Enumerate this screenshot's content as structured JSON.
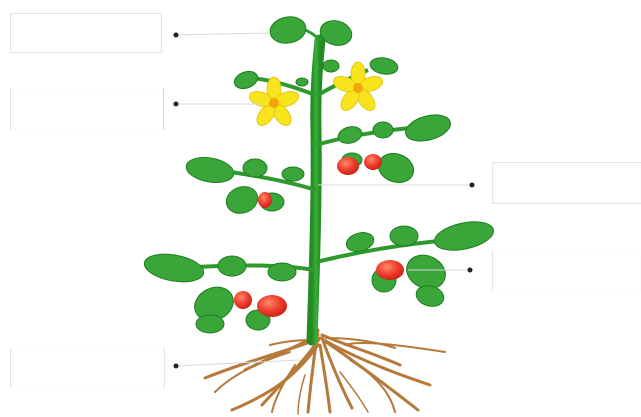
{
  "diagram": {
    "labels": [
      {
        "id": "top-left",
        "text": ""
      },
      {
        "id": "mid-left",
        "text": ""
      },
      {
        "id": "right-upper",
        "text": ""
      },
      {
        "id": "right-lower",
        "text": ""
      },
      {
        "id": "bottom-left",
        "text": ""
      }
    ],
    "colors": {
      "stem": "#2e9a2e",
      "leaf": "#3aa63a",
      "leaf_dark": "#1f7d22",
      "flower": "#f7e41c",
      "flower_center": "#f2a50c",
      "fruit": "#ef3b2c",
      "root": "#b57a3a",
      "pointer": "#222222"
    },
    "icons": [
      "leaf-icon",
      "flower-icon",
      "fruit-icon",
      "stem-icon",
      "root-icon",
      "arrow-icon"
    ]
  }
}
